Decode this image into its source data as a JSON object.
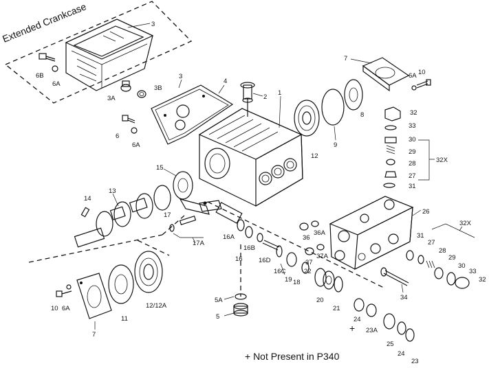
{
  "labels": {
    "extended_crankcase": "Extended Crankcase",
    "not_present_note": "+ Not Present in P340",
    "p1": "1",
    "p2": "2",
    "p3_top": "3",
    "p3_mid": "3",
    "p3a": "3A",
    "p3b": "3B",
    "p4": "4",
    "p5": "5",
    "p5a": "5A",
    "p6": "6",
    "p6a_top": "6A",
    "p6a_mid": "6A",
    "p6a_right": "6A",
    "p6a_bottom": "6A",
    "p6b": "6B",
    "p7_top": "7",
    "p7_bottom": "7",
    "p8": "8",
    "p9": "9",
    "p10_top": "10",
    "p10_bottom": "10",
    "p11": "11",
    "p12": "12",
    "p12_12a": "12/12A",
    "p13": "13",
    "p14": "14",
    "p15": "15",
    "p16": "16",
    "p16a": "16A",
    "p16b": "16B",
    "p16c": "16C",
    "p16d": "16D",
    "p17": "17",
    "p17a": "17A",
    "p18": "18",
    "p19": "19",
    "p20": "20",
    "p21": "21",
    "p22": "22",
    "p23": "23",
    "p23a": "23A",
    "p24_mid": "24",
    "p24_plus": "+",
    "p24_bottom": "24",
    "p25": "25",
    "p26": "26",
    "p27_top": "27",
    "p27_bottom": "27",
    "p28_top": "28",
    "p28_bottom": "28",
    "p29_top": "29",
    "p29_bottom": "29",
    "p30_top": "30",
    "p30_bottom": "30",
    "p31_top": "31",
    "p31_bottom": "31",
    "p32_top": "32",
    "p32_bottom": "32",
    "p32x_top": "32X",
    "p32x_bottom": "32X",
    "p33_top": "33",
    "p33_bottom": "33",
    "p34": "34",
    "p36": "36",
    "p36a": "36A",
    "p37": "37",
    "p37a": "37A"
  }
}
